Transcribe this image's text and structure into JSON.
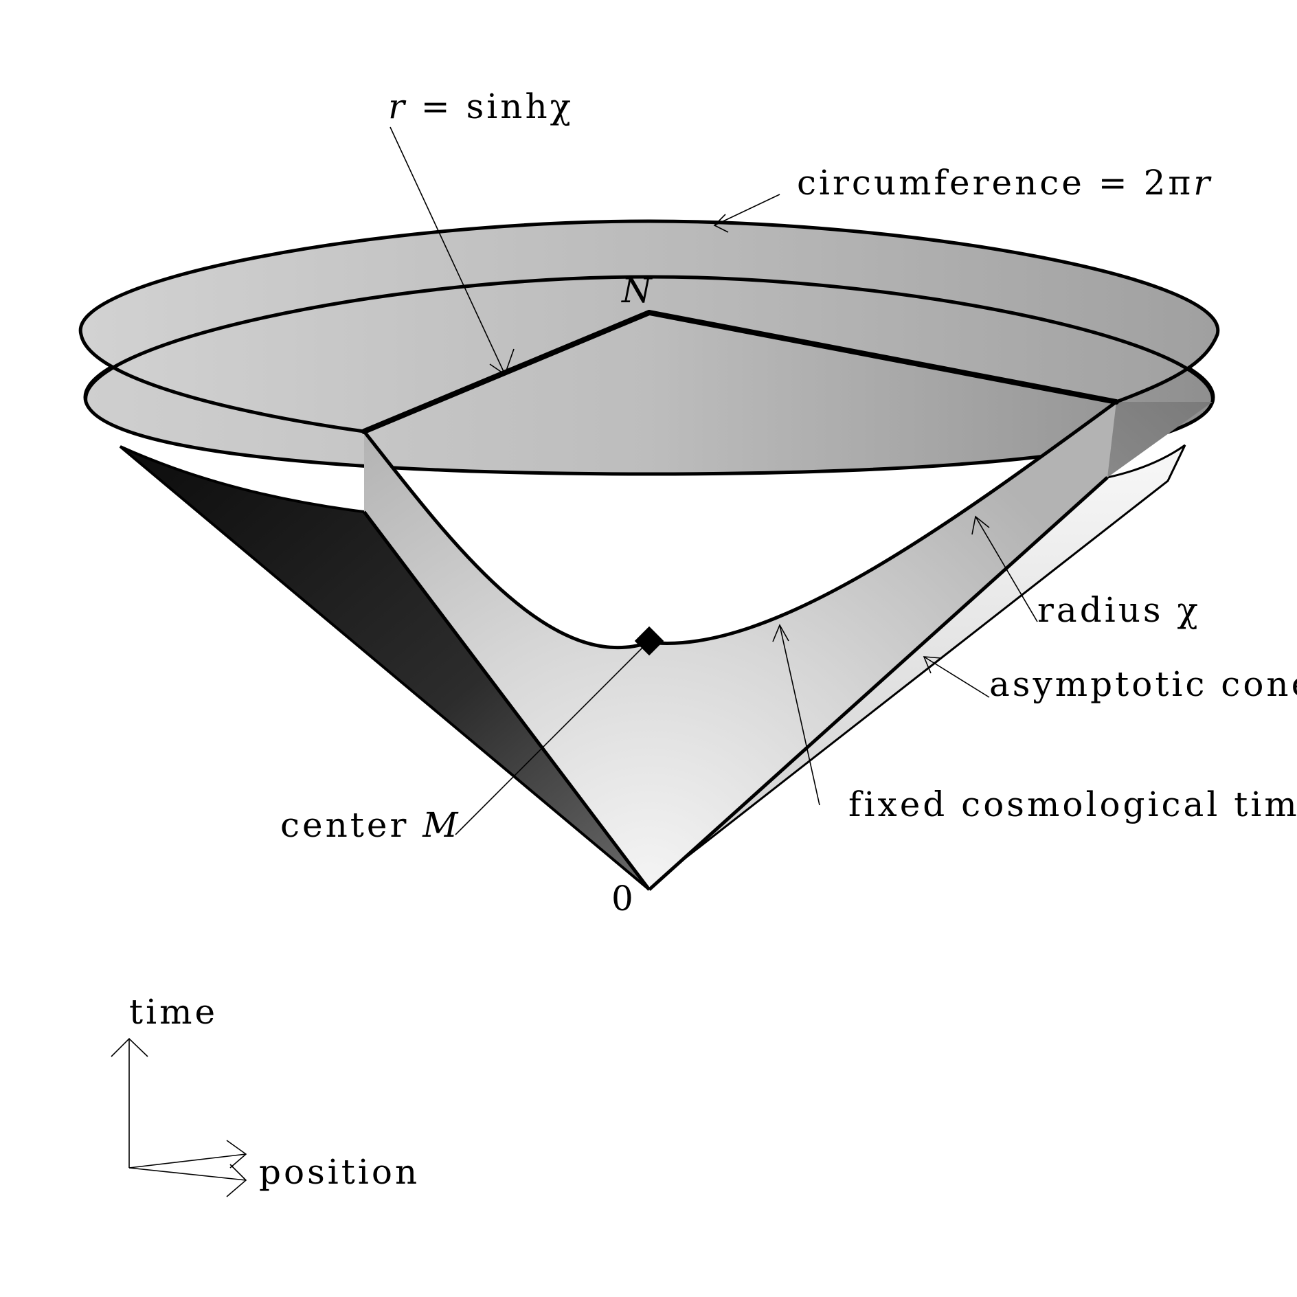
{
  "labels": {
    "r_equation": {
      "var": "r",
      "rest": " = sinhχ"
    },
    "circumference": {
      "text": "circumference = 2π",
      "var": "r"
    },
    "north_point": "N",
    "radius": "radius χ",
    "asymptotic_cone": "asymptotic cone",
    "fixed_time": "fixed cosmological time",
    "center": {
      "text": "center ",
      "var": "M"
    },
    "origin": "0",
    "time_axis": "time",
    "position_axis": "position"
  }
}
